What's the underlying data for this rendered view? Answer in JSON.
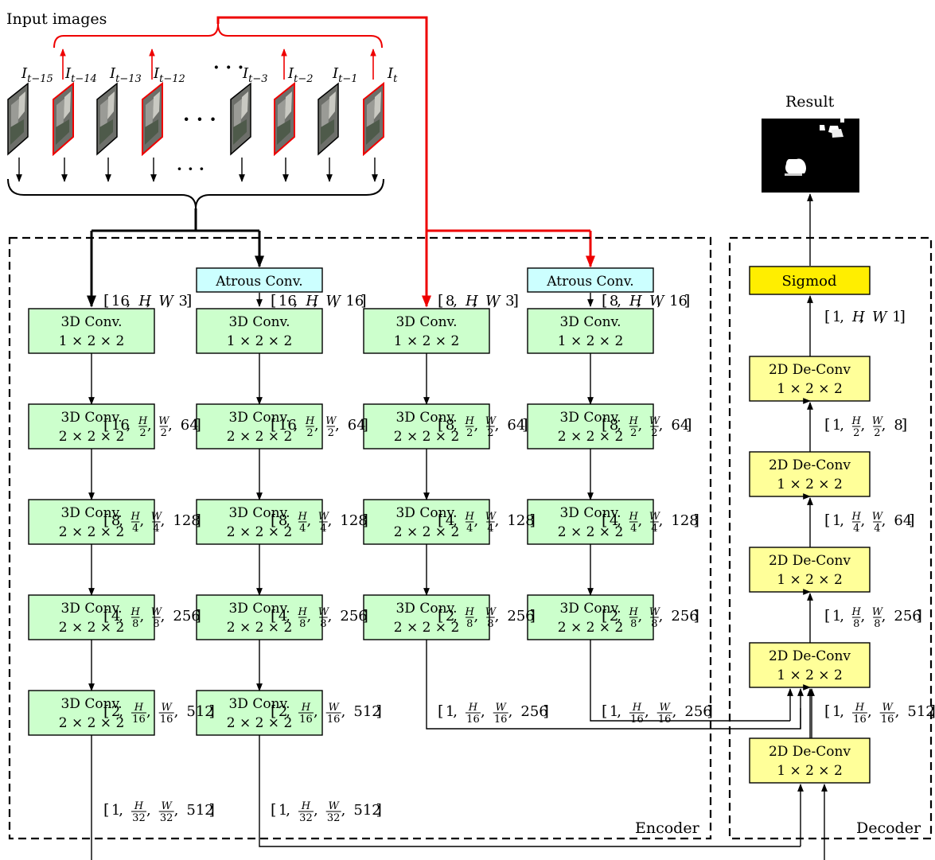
{
  "input_label": "Input images",
  "frame_labels": [
    {
      "base": "I",
      "sub": "t−15"
    },
    {
      "base": "I",
      "sub": "t−14"
    },
    {
      "base": "I",
      "sub": "t−13"
    },
    {
      "base": "I",
      "sub": "t−12"
    },
    {
      "base": "I",
      "sub": "t−3"
    },
    {
      "base": "I",
      "sub": "t−2"
    },
    {
      "base": "I",
      "sub": "t−1"
    },
    {
      "base": "I",
      "sub": "t"
    }
  ],
  "ellipsis": "· · ·",
  "result_label": "Result",
  "encoder_label": "Encoder",
  "decoder_label": "Decoder",
  "atrous_label": "Atrous Conv.",
  "sigmoid_label": "Sigmod",
  "conv3d_title": "3D Conv.",
  "deconv_title": "2D De-Conv",
  "kernel_first": "1 × 2 × 2",
  "kernel_rest": "2 × 2 × 2",
  "kernel_deconv": "1 × 2 × 2",
  "shapes": {
    "col1": [
      "[16, H, W, 3]",
      "[16, H/2, W/2, 64]",
      "[8, H/4, W/4, 128]",
      "[4, H/8, W/8, 256]",
      "[2, H/16, W/16, 512]",
      "[1, H/32, W/32, 512]"
    ],
    "col2": [
      "[16, H, W, 16]",
      "[16, H/2, W/2, 64]",
      "[8, H/4, W/4, 128]",
      "[4, H/8, W/8, 256]",
      "[2, H/16, W/16, 512]",
      "[1, H/32, W/32, 512]"
    ],
    "col3": [
      "[8, H, W, 3]",
      "[8, H/2, W/2, 64]",
      "[4, H/4, W/4, 128]",
      "[2, H/8, W/8, 256]",
      "[1, H/16, W/16, 256]"
    ],
    "col4": [
      "[8, H, W, 16]",
      "[8, H/2, W/2, 64]",
      "[4, H/4, W/4, 128]",
      "[2, H/8, W/8, 256]",
      "[1, H/16, W/16, 256]"
    ],
    "decoder": [
      "[1, H, W, 1]",
      "[1, H/2, W/2, 8]",
      "[1, H/4, W/4, 64]",
      "[1, H/8, W/8, 256]",
      "[1, H/16, W/16, 512]"
    ]
  },
  "colors": {
    "conv3d_fill": "#ccffcc",
    "atrous_fill": "#ccffff",
    "deconv_fill": "#ffff99",
    "sigmoid_fill": "#ffee00",
    "red_path": "#ee0000",
    "black": "#000000"
  }
}
